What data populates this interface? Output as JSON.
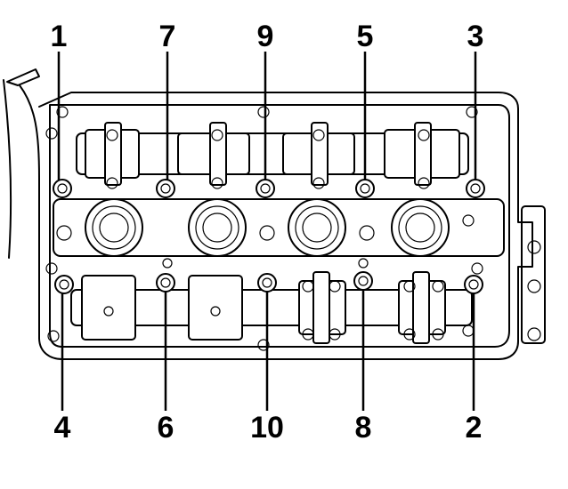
{
  "diagram": {
    "top_labels": [
      "1",
      "7",
      "9",
      "5",
      "3"
    ],
    "bottom_labels": [
      "4",
      "6",
      "10",
      "8",
      "2"
    ]
  }
}
